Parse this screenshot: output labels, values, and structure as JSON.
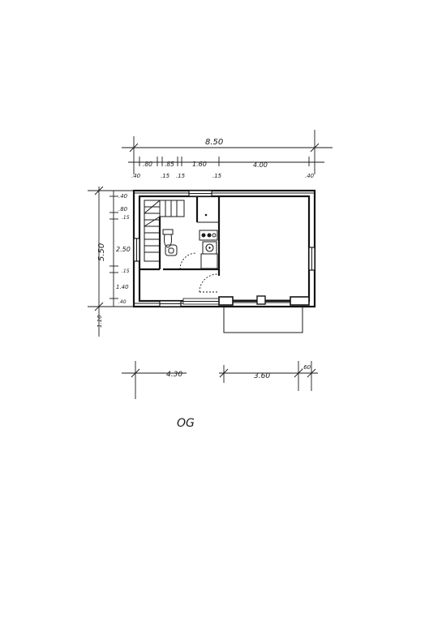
{
  "plan": {
    "label": "OG",
    "dims_top": {
      "overall": "8.50",
      "segments": [
        ".80",
        ".85",
        "1.60",
        "4.00"
      ],
      "sub": [
        ".40",
        ".15",
        ".15",
        ".15",
        ".40"
      ]
    },
    "dims_left": {
      "overall": "5.50",
      "segments": [
        ".40",
        ".80",
        ".15",
        "2.50",
        ".15",
        "1.40",
        ".40"
      ],
      "extra": "1.10"
    },
    "dims_bottom": [
      "4.30",
      "3.60",
      ".60"
    ]
  }
}
